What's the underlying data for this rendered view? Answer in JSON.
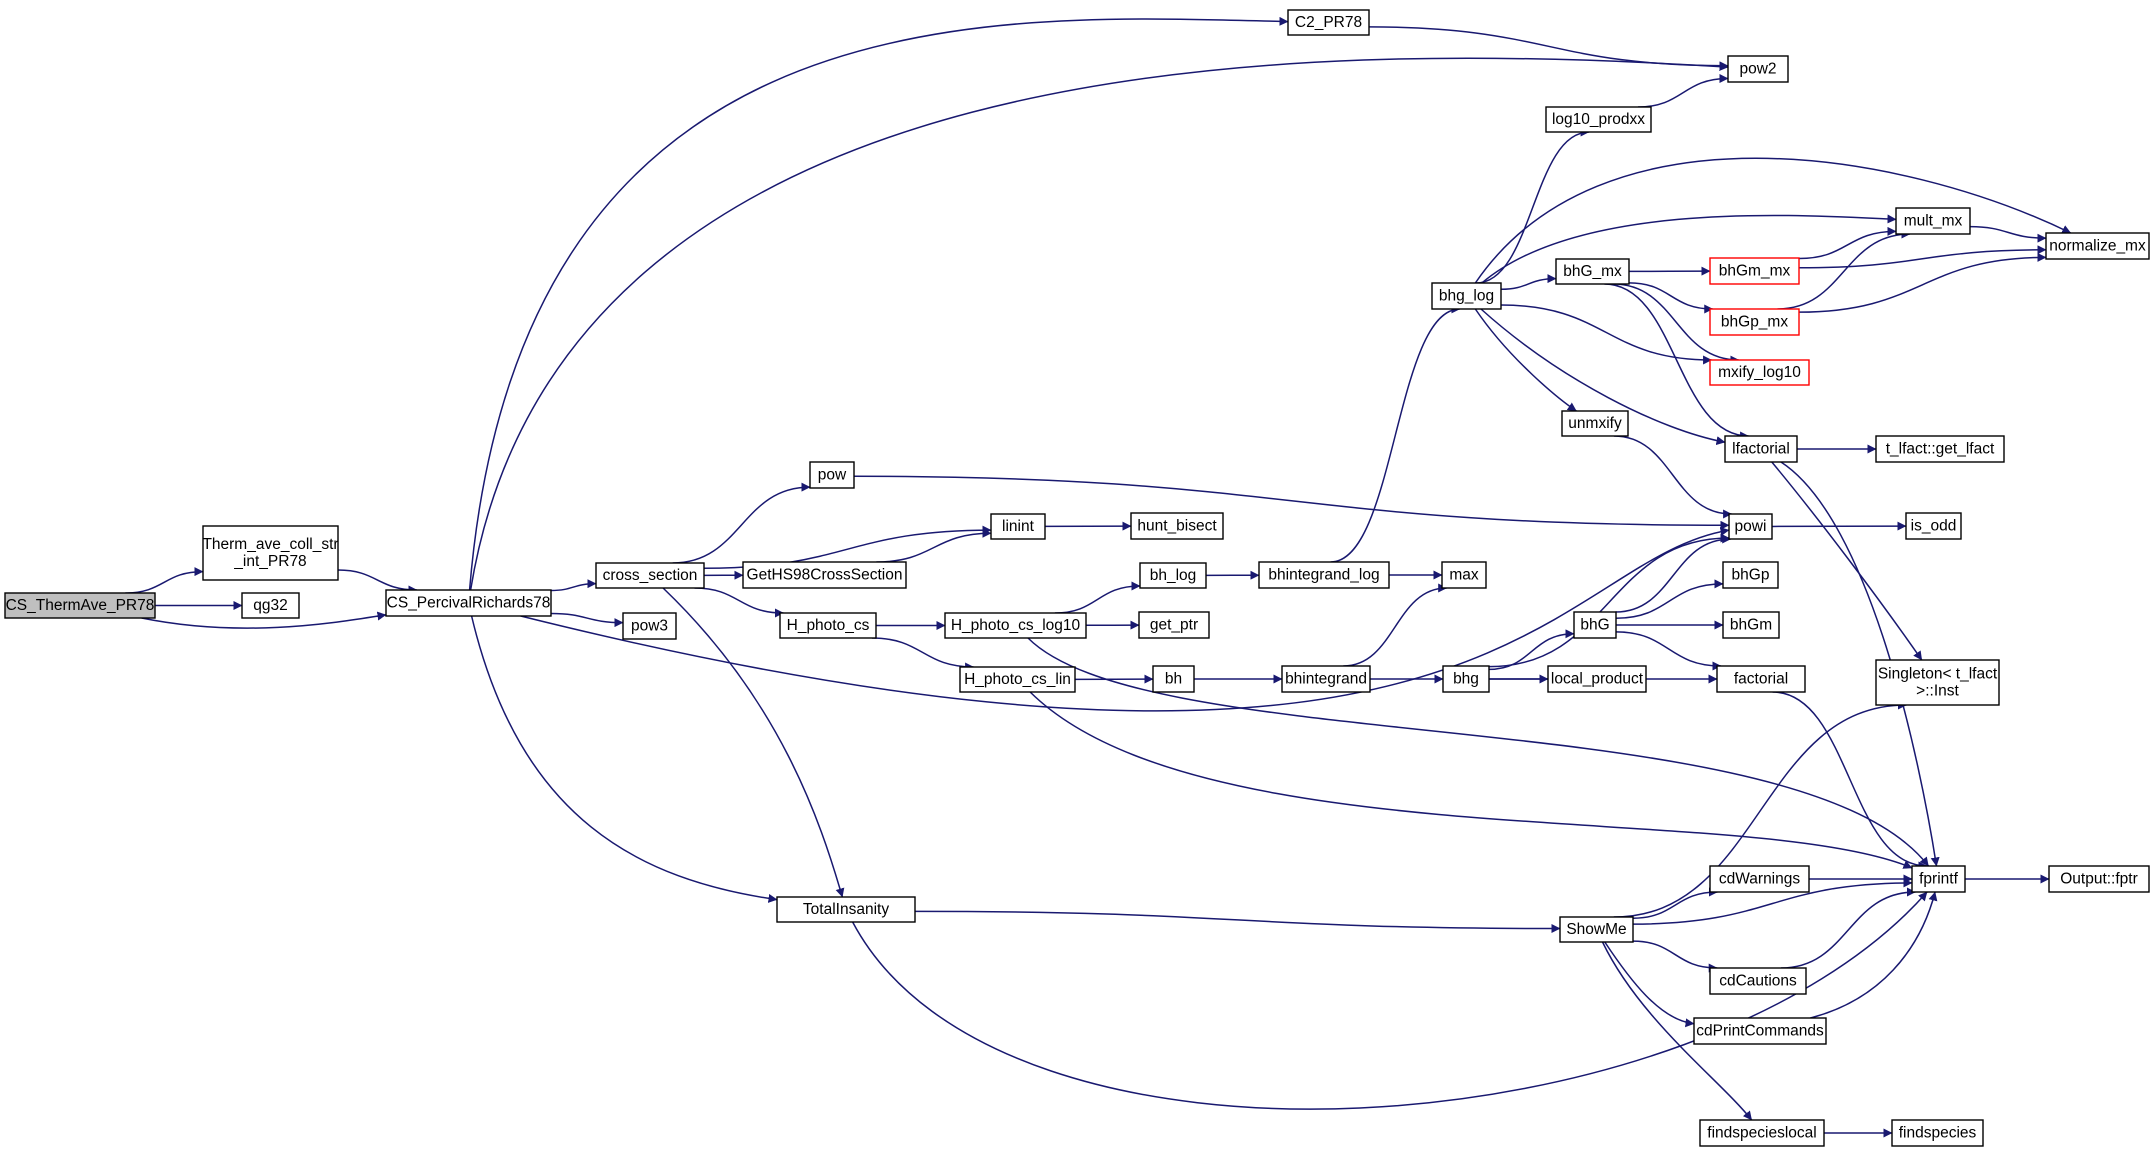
{
  "diagram": {
    "title": "",
    "colors": {
      "edge": "#191970",
      "root_fill": "#bfbfbf",
      "truncated_border": "#ff0000"
    },
    "nodes": [
      {
        "id": "cs_thermave",
        "label": "CS_ThermAve_PR78",
        "type": "root"
      },
      {
        "id": "therm_ave",
        "label": "Therm_ave_coll_str_int_PR78",
        "label_lines": [
          "Therm_ave_coll_str",
          "_int_PR78"
        ]
      },
      {
        "id": "qg32",
        "label": "qg32"
      },
      {
        "id": "cs_percival",
        "label": "CS_PercivalRichards78"
      },
      {
        "id": "c2_pr78",
        "label": "C2_PR78"
      },
      {
        "id": "pow2",
        "label": "pow2"
      },
      {
        "id": "cross_section",
        "label": "cross_section"
      },
      {
        "id": "pow3",
        "label": "pow3"
      },
      {
        "id": "pow",
        "label": "pow"
      },
      {
        "id": "geths98",
        "label": "GetHS98CrossSection"
      },
      {
        "id": "h_photo_cs",
        "label": "H_photo_cs"
      },
      {
        "id": "totalinsanity",
        "label": "TotalInsanity"
      },
      {
        "id": "linint",
        "label": "linint"
      },
      {
        "id": "hunt_bisect",
        "label": "hunt_bisect"
      },
      {
        "id": "h_photo_cs_log10",
        "label": "H_photo_cs_log10"
      },
      {
        "id": "h_photo_cs_lin",
        "label": "H_photo_cs_lin"
      },
      {
        "id": "bh_log",
        "label": "bh_log"
      },
      {
        "id": "get_ptr",
        "label": "get_ptr"
      },
      {
        "id": "bh",
        "label": "bh"
      },
      {
        "id": "bhintegrand_log",
        "label": "bhintegrand_log"
      },
      {
        "id": "bhintegrand",
        "label": "bhintegrand"
      },
      {
        "id": "max",
        "label": "max"
      },
      {
        "id": "bhg",
        "label": "bhg"
      },
      {
        "id": "bhg_log",
        "label": "bhg_log"
      },
      {
        "id": "log10_prodxx",
        "label": "log10_prodxx"
      },
      {
        "id": "bhg_mx",
        "label": "bhG_mx"
      },
      {
        "id": "unmxify",
        "label": "unmxify"
      },
      {
        "id": "bhG",
        "label": "bhG"
      },
      {
        "id": "local_product",
        "label": "local_product"
      },
      {
        "id": "mult_mx",
        "label": "mult_mx"
      },
      {
        "id": "normalize_mx",
        "label": "normalize_mx"
      },
      {
        "id": "bhgm_mx",
        "label": "bhGm_mx",
        "type": "truncated"
      },
      {
        "id": "bhgp_mx",
        "label": "bhGp_mx",
        "type": "truncated"
      },
      {
        "id": "mxify_log10",
        "label": "mxify_log10",
        "type": "truncated"
      },
      {
        "id": "lfactorial",
        "label": "lfactorial"
      },
      {
        "id": "t_lfact_get",
        "label": "t_lfact::get_lfact"
      },
      {
        "id": "powi",
        "label": "powi"
      },
      {
        "id": "is_odd",
        "label": "is_odd"
      },
      {
        "id": "bhGp",
        "label": "bhGp"
      },
      {
        "id": "bhGm",
        "label": "bhGm"
      },
      {
        "id": "factorial",
        "label": "factorial"
      },
      {
        "id": "singleton",
        "label": "Singleton< t_lfact >::Inst",
        "label_lines": [
          "Singleton< t_lfact",
          ">::Inst"
        ]
      },
      {
        "id": "showme",
        "label": "ShowMe"
      },
      {
        "id": "cdwarnings",
        "label": "cdWarnings"
      },
      {
        "id": "fprintf",
        "label": "fprintf"
      },
      {
        "id": "output_fptr",
        "label": "Output::fptr"
      },
      {
        "id": "cdcautions",
        "label": "cdCautions"
      },
      {
        "id": "cdprintcommands",
        "label": "cdPrintCommands"
      },
      {
        "id": "findspecieslocal",
        "label": "findspecieslocal"
      },
      {
        "id": "findspecies",
        "label": "findspecies"
      }
    ],
    "edges": [
      [
        "cs_thermave",
        "therm_ave"
      ],
      [
        "cs_thermave",
        "qg32"
      ],
      [
        "cs_thermave",
        "cs_percival"
      ],
      [
        "therm_ave",
        "cs_percival"
      ],
      [
        "cs_percival",
        "c2_pr78"
      ],
      [
        "cs_percival",
        "pow2"
      ],
      [
        "cs_percival",
        "cross_section"
      ],
      [
        "cs_percival",
        "pow3"
      ],
      [
        "cs_percival",
        "powi"
      ],
      [
        "cs_percival",
        "totalinsanity"
      ],
      [
        "c2_pr78",
        "pow2"
      ],
      [
        "cross_section",
        "pow"
      ],
      [
        "cross_section",
        "linint"
      ],
      [
        "cross_section",
        "geths98"
      ],
      [
        "cross_section",
        "h_photo_cs"
      ],
      [
        "cross_section",
        "totalinsanity"
      ],
      [
        "pow",
        "powi"
      ],
      [
        "geths98",
        "linint"
      ],
      [
        "linint",
        "hunt_bisect"
      ],
      [
        "h_photo_cs",
        "h_photo_cs_log10"
      ],
      [
        "h_photo_cs",
        "h_photo_cs_lin"
      ],
      [
        "h_photo_cs_log10",
        "bh_log"
      ],
      [
        "h_photo_cs_log10",
        "get_ptr"
      ],
      [
        "h_photo_cs_log10",
        "fprintf"
      ],
      [
        "h_photo_cs_lin",
        "bh"
      ],
      [
        "h_photo_cs_lin",
        "fprintf"
      ],
      [
        "bh_log",
        "bhintegrand_log"
      ],
      [
        "bh",
        "bhintegrand"
      ],
      [
        "bhintegrand_log",
        "max"
      ],
      [
        "bhintegrand_log",
        "bhg_log"
      ],
      [
        "bhintegrand",
        "max"
      ],
      [
        "bhintegrand",
        "bhg"
      ],
      [
        "bhg_log",
        "log10_prodxx"
      ],
      [
        "bhg_log",
        "mult_mx"
      ],
      [
        "bhg_log",
        "normalize_mx"
      ],
      [
        "bhg_log",
        "bhg_mx"
      ],
      [
        "bhg_log",
        "mxify_log10"
      ],
      [
        "bhg_log",
        "unmxify"
      ],
      [
        "bhg_log",
        "lfactorial"
      ],
      [
        "log10_prodxx",
        "pow2"
      ],
      [
        "bhg_mx",
        "bhgm_mx"
      ],
      [
        "bhg_mx",
        "bhgp_mx"
      ],
      [
        "bhg_mx",
        "mxify_log10"
      ],
      [
        "bhg_mx",
        "lfactorial"
      ],
      [
        "bhgm_mx",
        "mult_mx"
      ],
      [
        "bhgm_mx",
        "normalize_mx"
      ],
      [
        "bhgp_mx",
        "mult_mx"
      ],
      [
        "bhgp_mx",
        "normalize_mx"
      ],
      [
        "mult_mx",
        "normalize_mx"
      ],
      [
        "unmxify",
        "powi"
      ],
      [
        "lfactorial",
        "t_lfact_get"
      ],
      [
        "lfactorial",
        "singleton"
      ],
      [
        "lfactorial",
        "fprintf"
      ],
      [
        "bhg",
        "powi"
      ],
      [
        "bhg",
        "bhG"
      ],
      [
        "bhg",
        "local_product"
      ],
      [
        "bhg",
        "factorial"
      ],
      [
        "bhG",
        "powi"
      ],
      [
        "bhG",
        "bhGp"
      ],
      [
        "bhG",
        "bhGm"
      ],
      [
        "bhG",
        "factorial"
      ],
      [
        "powi",
        "is_odd"
      ],
      [
        "factorial",
        "fprintf"
      ],
      [
        "totalinsanity",
        "showme"
      ],
      [
        "totalinsanity",
        "fprintf"
      ],
      [
        "showme",
        "singleton"
      ],
      [
        "showme",
        "cdwarnings"
      ],
      [
        "showme",
        "fprintf"
      ],
      [
        "showme",
        "cdcautions"
      ],
      [
        "showme",
        "cdprintcommands"
      ],
      [
        "showme",
        "findspecieslocal"
      ],
      [
        "cdwarnings",
        "fprintf"
      ],
      [
        "cdcautions",
        "fprintf"
      ],
      [
        "cdprintcommands",
        "fprintf"
      ],
      [
        "fprintf",
        "output_fptr"
      ],
      [
        "findspecieslocal",
        "findspecies"
      ]
    ]
  }
}
